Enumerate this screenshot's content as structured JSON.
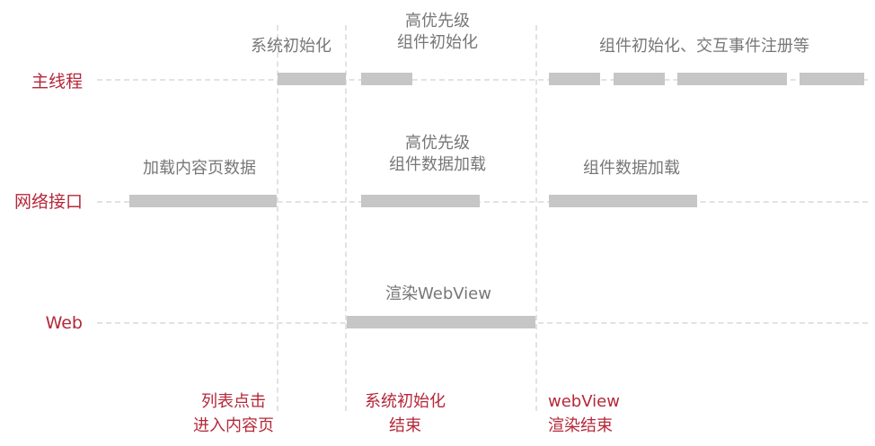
{
  "lanes": {
    "main": "主线程",
    "network": "网络接口",
    "web": "Web"
  },
  "tasks": {
    "system_init": "系统初始化",
    "hp_component_init": [
      "高优先级",
      "组件初始化"
    ],
    "component_init_events": "组件初始化、交互事件注册等",
    "load_content": "加载内容页数据",
    "hp_component_data": [
      "高优先级",
      "组件数据加载"
    ],
    "component_data": "组件数据加载",
    "render_webview": "渲染WebView"
  },
  "milestones": {
    "list_click": [
      "列表点击",
      "进入内容页"
    ],
    "system_init_end": [
      "系统初始化",
      "结束"
    ],
    "webview_render_end": [
      "webView",
      "渲染结束"
    ]
  },
  "colors": {
    "lane_label": "#b5283a",
    "bar": "#c6c6c6",
    "task_text": "#777777",
    "guide": "#e2e2e2"
  }
}
